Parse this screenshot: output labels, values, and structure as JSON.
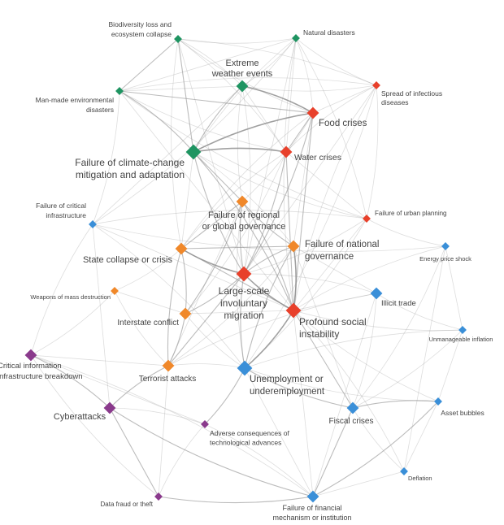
{
  "colors": {
    "environmental": "#1e9461",
    "societal": "#e8402b",
    "geopolitical": "#f0882a",
    "economic": "#3a8fd8",
    "technological": "#8a3a8c",
    "edge": "#8f8f8f"
  },
  "nodes": [
    {
      "lines": [
        "Biodiversity loss and",
        "ecosystem collapse"
      ],
      "category": "environmental",
      "size": "small"
    },
    {
      "lines": [
        "Natural disasters"
      ],
      "category": "environmental",
      "size": "small"
    },
    {
      "lines": [
        "Extreme",
        "weather events"
      ],
      "category": "environmental",
      "size": "medium"
    },
    {
      "lines": [
        "Man-made environmental",
        "disasters"
      ],
      "category": "environmental",
      "size": "small"
    },
    {
      "lines": [
        "Spread of infectious",
        "diseases"
      ],
      "category": "societal",
      "size": "small"
    },
    {
      "lines": [
        "Food crises"
      ],
      "category": "societal",
      "size": "medium"
    },
    {
      "lines": [
        "Water crises"
      ],
      "category": "societal",
      "size": "medium"
    },
    {
      "lines": [
        "Failure of climate-change",
        "mitigation and adaptation"
      ],
      "category": "environmental",
      "size": "large"
    },
    {
      "lines": [
        "Failure of regional",
        "or global governance"
      ],
      "category": "geopolitical",
      "size": "medium"
    },
    {
      "lines": [
        "Failure of critical",
        "infrastructure"
      ],
      "category": "economic",
      "size": "small"
    },
    {
      "lines": [
        "Failure of urban planning"
      ],
      "category": "societal",
      "size": "small"
    },
    {
      "lines": [
        "Energy price shock"
      ],
      "category": "economic",
      "size": "small"
    },
    {
      "lines": [
        "State collapse or crisis"
      ],
      "category": "geopolitical",
      "size": "medium"
    },
    {
      "lines": [
        "Failure of national",
        "governance"
      ],
      "category": "geopolitical",
      "size": "medium"
    },
    {
      "lines": [
        "Large-scale",
        "involuntary",
        "migration"
      ],
      "category": "societal",
      "size": "large"
    },
    {
      "lines": [
        "Weapons of mass destruction"
      ],
      "category": "geopolitical",
      "size": "small"
    },
    {
      "lines": [
        "Illicit trade"
      ],
      "category": "economic",
      "size": "medium"
    },
    {
      "lines": [
        "Interstate conflict"
      ],
      "category": "geopolitical",
      "size": "medium"
    },
    {
      "lines": [
        "Profound social",
        "instability"
      ],
      "category": "societal",
      "size": "large"
    },
    {
      "lines": [
        "Unmanageable inflation"
      ],
      "category": "economic",
      "size": "small"
    },
    {
      "lines": [
        "Critical information",
        "infrastructure breakdown"
      ],
      "category": "technological",
      "size": "medium"
    },
    {
      "lines": [
        "Terrorist attacks"
      ],
      "category": "geopolitical",
      "size": "medium"
    },
    {
      "lines": [
        "Unemployment or",
        "underemployment"
      ],
      "category": "economic",
      "size": "large"
    },
    {
      "lines": [
        "Cyberattacks"
      ],
      "category": "technological",
      "size": "medium"
    },
    {
      "lines": [
        "Fiscal crises"
      ],
      "category": "economic",
      "size": "medium"
    },
    {
      "lines": [
        "Asset bubbles"
      ],
      "category": "economic",
      "size": "small"
    },
    {
      "lines": [
        "Adverse consequences of",
        "technological advances"
      ],
      "category": "technological",
      "size": "small"
    },
    {
      "lines": [
        "Deflation"
      ],
      "category": "economic",
      "size": "small"
    },
    {
      "lines": [
        "Data fraud or theft"
      ],
      "category": "technological",
      "size": "small"
    },
    {
      "lines": [
        "Failure of financial",
        "mechanism or institution"
      ],
      "category": "economic",
      "size": "medium"
    }
  ],
  "links": [
    [
      0,
      2,
      1
    ],
    [
      0,
      3,
      2
    ],
    [
      0,
      5,
      1
    ],
    [
      0,
      6,
      1
    ],
    [
      0,
      7,
      2
    ],
    [
      0,
      1,
      1
    ],
    [
      0,
      4,
      1
    ],
    [
      0,
      14,
      1
    ],
    [
      0,
      12,
      1
    ],
    [
      1,
      2,
      1
    ],
    [
      1,
      3,
      1
    ],
    [
      1,
      4,
      1
    ],
    [
      1,
      5,
      1
    ],
    [
      1,
      6,
      1
    ],
    [
      1,
      7,
      1
    ],
    [
      1,
      9,
      1
    ],
    [
      1,
      14,
      1
    ],
    [
      1,
      18,
      1
    ],
    [
      1,
      10,
      1
    ],
    [
      2,
      3,
      1
    ],
    [
      2,
      4,
      1
    ],
    [
      2,
      5,
      3
    ],
    [
      2,
      6,
      1
    ],
    [
      2,
      7,
      2
    ],
    [
      2,
      14,
      1
    ],
    [
      2,
      9,
      1
    ],
    [
      2,
      8,
      1
    ],
    [
      3,
      4,
      1
    ],
    [
      3,
      5,
      2
    ],
    [
      3,
      6,
      1
    ],
    [
      3,
      7,
      2
    ],
    [
      3,
      18,
      1
    ],
    [
      3,
      10,
      1
    ],
    [
      3,
      9,
      1
    ],
    [
      4,
      5,
      1
    ],
    [
      4,
      6,
      1
    ],
    [
      4,
      10,
      1
    ],
    [
      4,
      14,
      1
    ],
    [
      4,
      18,
      1
    ],
    [
      4,
      22,
      1
    ],
    [
      5,
      6,
      2
    ],
    [
      5,
      7,
      3
    ],
    [
      5,
      14,
      2
    ],
    [
      5,
      18,
      2
    ],
    [
      5,
      12,
      1
    ],
    [
      5,
      8,
      1
    ],
    [
      5,
      13,
      1
    ],
    [
      6,
      7,
      3
    ],
    [
      6,
      14,
      2
    ],
    [
      6,
      18,
      2
    ],
    [
      6,
      12,
      1
    ],
    [
      6,
      17,
      1
    ],
    [
      6,
      10,
      1
    ],
    [
      7,
      14,
      2
    ],
    [
      7,
      18,
      2
    ],
    [
      7,
      8,
      2
    ],
    [
      7,
      10,
      1
    ],
    [
      7,
      13,
      1
    ],
    [
      7,
      12,
      1
    ],
    [
      8,
      14,
      2
    ],
    [
      8,
      18,
      2
    ],
    [
      8,
      12,
      2
    ],
    [
      8,
      13,
      2
    ],
    [
      8,
      17,
      2
    ],
    [
      8,
      21,
      1
    ],
    [
      8,
      22,
      1
    ],
    [
      9,
      10,
      1
    ],
    [
      9,
      23,
      1
    ],
    [
      9,
      20,
      1
    ],
    [
      9,
      22,
      1
    ],
    [
      9,
      18,
      1
    ],
    [
      9,
      11,
      1
    ],
    [
      10,
      14,
      1
    ],
    [
      10,
      18,
      1
    ],
    [
      10,
      11,
      1
    ],
    [
      10,
      22,
      1
    ],
    [
      11,
      19,
      1
    ],
    [
      11,
      18,
      1
    ],
    [
      11,
      24,
      1
    ],
    [
      11,
      27,
      1
    ],
    [
      12,
      14,
      3
    ],
    [
      12,
      17,
      2
    ],
    [
      12,
      13,
      2
    ],
    [
      12,
      21,
      2
    ],
    [
      12,
      15,
      1
    ],
    [
      12,
      18,
      2
    ],
    [
      13,
      14,
      2
    ],
    [
      13,
      18,
      3
    ],
    [
      13,
      16,
      1
    ],
    [
      13,
      22,
      2
    ],
    [
      13,
      21,
      1
    ],
    [
      13,
      24,
      1
    ],
    [
      14,
      18,
      3
    ],
    [
      14,
      17,
      2
    ],
    [
      14,
      21,
      2
    ],
    [
      14,
      22,
      2
    ],
    [
      14,
      16,
      1
    ],
    [
      15,
      17,
      1
    ],
    [
      15,
      21,
      1
    ],
    [
      15,
      20,
      1
    ],
    [
      16,
      18,
      1
    ],
    [
      16,
      21,
      1
    ],
    [
      16,
      24,
      1
    ],
    [
      16,
      29,
      1
    ],
    [
      16,
      19,
      1
    ],
    [
      17,
      21,
      2
    ],
    [
      17,
      18,
      1
    ],
    [
      17,
      22,
      1
    ],
    [
      18,
      22,
      3
    ],
    [
      18,
      24,
      2
    ],
    [
      18,
      25,
      1
    ],
    [
      18,
      27,
      1
    ],
    [
      18,
      29,
      1
    ],
    [
      18,
      19,
      1
    ],
    [
      19,
      24,
      1
    ],
    [
      19,
      25,
      1
    ],
    [
      19,
      22,
      1
    ],
    [
      20,
      23,
      2
    ],
    [
      20,
      21,
      1
    ],
    [
      20,
      28,
      1
    ],
    [
      20,
      29,
      1
    ],
    [
      20,
      26,
      1
    ],
    [
      21,
      23,
      2
    ],
    [
      21,
      22,
      1
    ],
    [
      21,
      28,
      1
    ],
    [
      22,
      24,
      2
    ],
    [
      22,
      26,
      2
    ],
    [
      22,
      29,
      1
    ],
    [
      22,
      25,
      1
    ],
    [
      23,
      26,
      1
    ],
    [
      23,
      28,
      2
    ],
    [
      23,
      29,
      2
    ],
    [
      24,
      25,
      2
    ],
    [
      24,
      29,
      2
    ],
    [
      24,
      27,
      1
    ],
    [
      25,
      29,
      2
    ],
    [
      25,
      27,
      1
    ],
    [
      26,
      28,
      1
    ],
    [
      26,
      29,
      1
    ],
    [
      27,
      29,
      1
    ],
    [
      28,
      29,
      2
    ]
  ]
}
